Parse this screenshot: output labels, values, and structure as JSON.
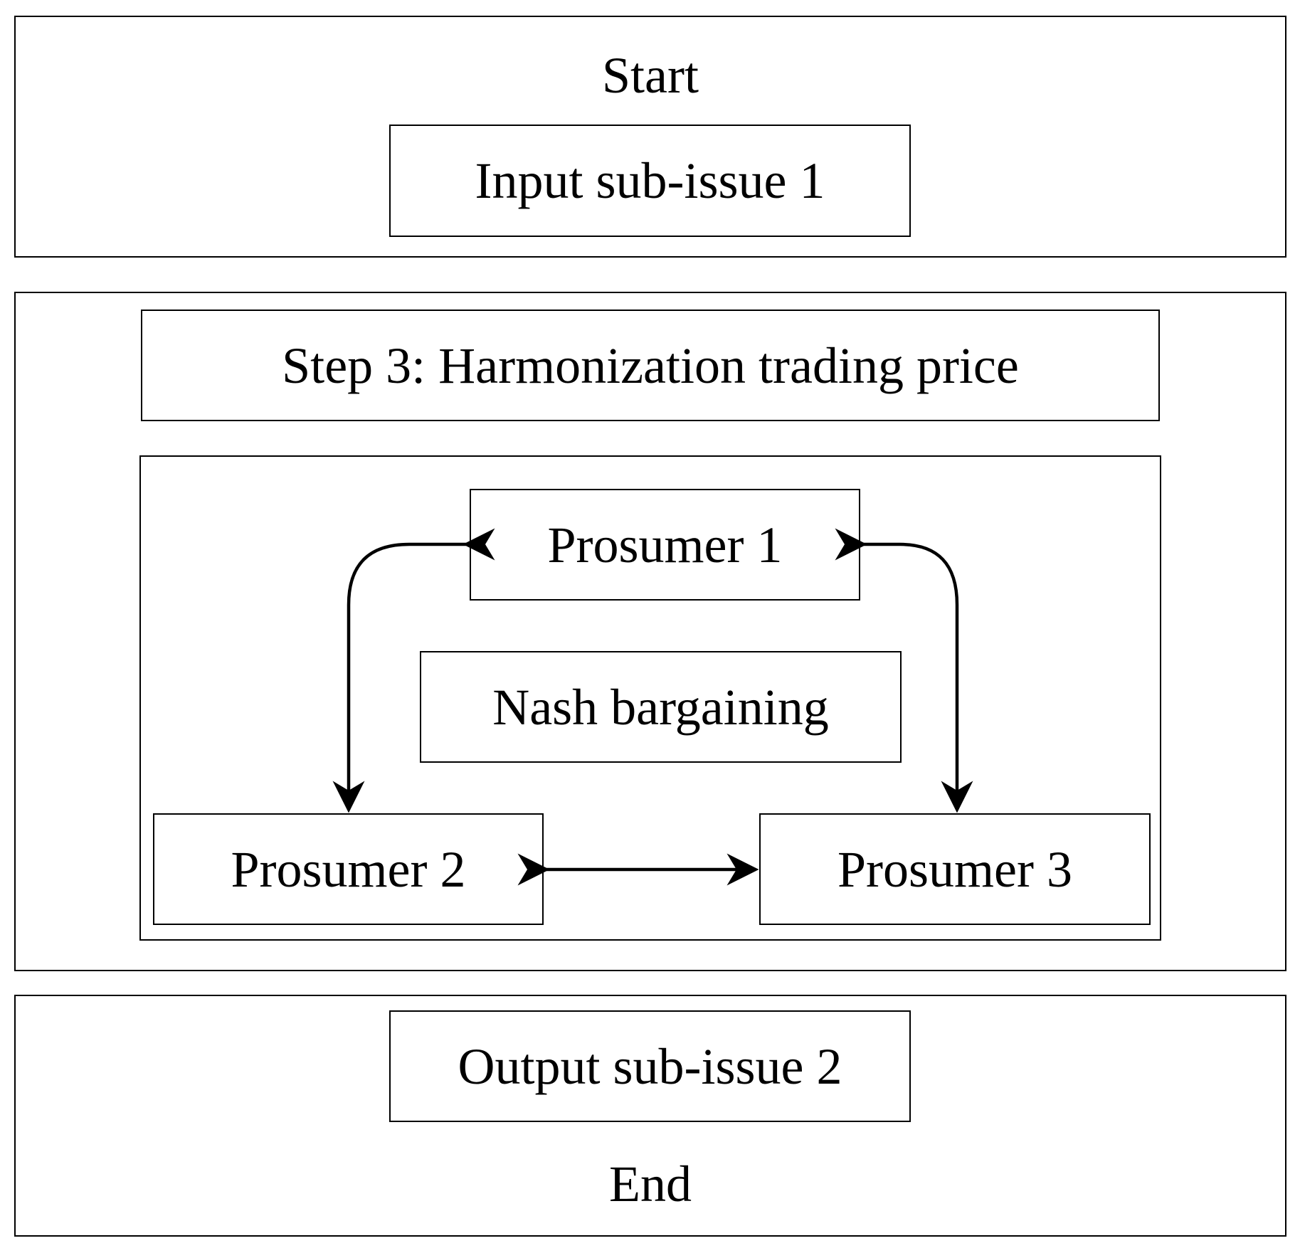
{
  "start": {
    "label": "Start",
    "input_box": "Input sub-issue 1"
  },
  "step": {
    "title": "Step 3: Harmonization trading price",
    "center_label": "Nash bargaining",
    "prosumers": [
      "Prosumer 1",
      "Prosumer 2",
      "Prosumer 3"
    ]
  },
  "end": {
    "output_box": "Output sub-issue 2",
    "label": "End"
  },
  "edges": [
    {
      "from": "Prosumer 1",
      "to": "Prosumer 2",
      "type": "bidirectional"
    },
    {
      "from": "Prosumer 1",
      "to": "Prosumer 3",
      "type": "bidirectional"
    },
    {
      "from": "Prosumer 2",
      "to": "Prosumer 3",
      "type": "bidirectional"
    }
  ]
}
